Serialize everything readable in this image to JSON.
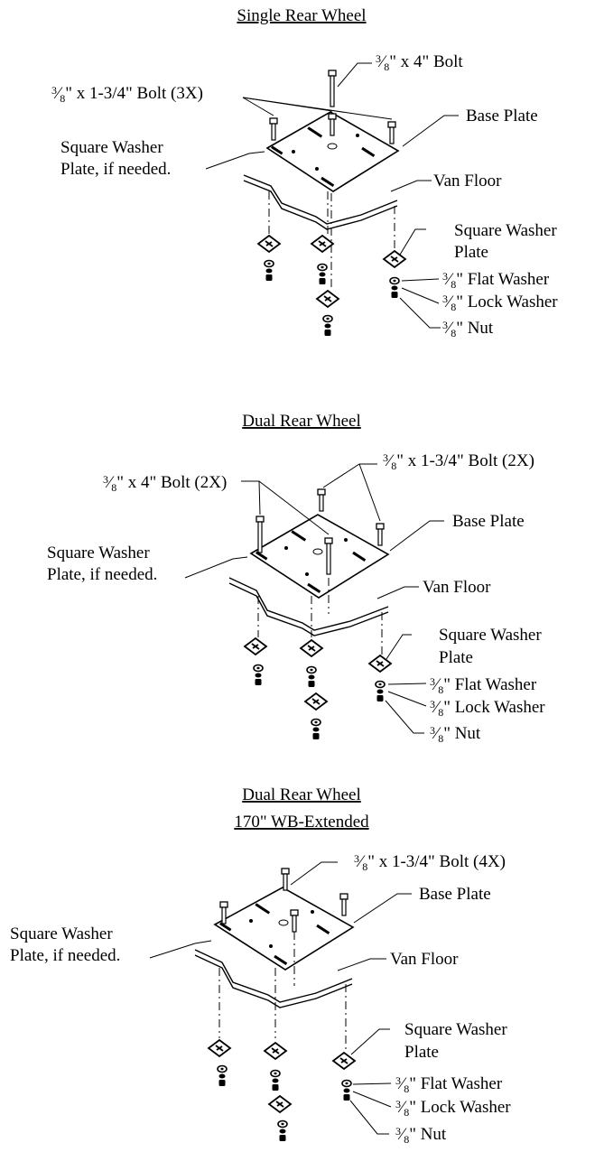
{
  "diagrams": [
    {
      "title": "Single Rear Wheel",
      "subtitle": "",
      "labels": {
        "long_bolt": "\" x 4\" Bolt",
        "short_bolt": "\" x 1-3/4\" Bolt (3X)",
        "base_plate": "Base Plate",
        "square_washer_if_needed_1": "Square Washer",
        "square_washer_if_needed_2": "Plate, if needed.",
        "van_floor": "Van Floor",
        "square_washer_1": "Square Washer",
        "square_washer_2": "Plate",
        "flat_washer": "\" Flat Washer",
        "lock_washer": "\" Lock Washer",
        "nut": "\" Nut"
      }
    },
    {
      "title": "Dual Rear Wheel",
      "subtitle": "",
      "labels": {
        "long_bolt": "\" x 4\" Bolt (2X)",
        "short_bolt": "\" x 1-3/4\" Bolt (2X)",
        "base_plate": "Base Plate",
        "square_washer_if_needed_1": "Square Washer",
        "square_washer_if_needed_2": "Plate, if needed.",
        "van_floor": "Van Floor",
        "square_washer_1": "Square Washer",
        "square_washer_2": "Plate",
        "flat_washer": "\" Flat Washer",
        "lock_washer": "\" Lock Washer",
        "nut": "\" Nut"
      }
    },
    {
      "title": "Dual Rear Wheel",
      "subtitle": "170\" WB-Extended",
      "labels": {
        "short_bolt": "\" x 1-3/4\" Bolt (4X)",
        "base_plate": "Base Plate",
        "square_washer_if_needed_1": "Square Washer",
        "square_washer_if_needed_2": "Plate, if needed.",
        "van_floor": "Van Floor",
        "square_washer_1": "Square Washer",
        "square_washer_2": "Plate",
        "flat_washer": "\" Flat Washer",
        "lock_washer": "\" Lock Washer",
        "nut": "\" Nut"
      }
    }
  ],
  "fraction": {
    "num": "3",
    "den": "8"
  }
}
